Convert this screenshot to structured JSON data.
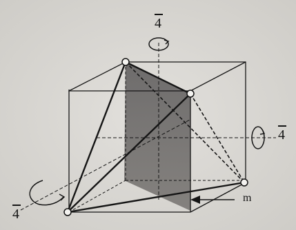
{
  "figure": {
    "axis_top_label": "4",
    "axis_right_label": "4",
    "axis_left_label": "4",
    "mirror_label": "m"
  },
  "colors": {
    "line": "#151515",
    "mirror_plane": "#6e6c69",
    "background": "#dcdad6",
    "vertex_fill": "#f4f3f0"
  }
}
